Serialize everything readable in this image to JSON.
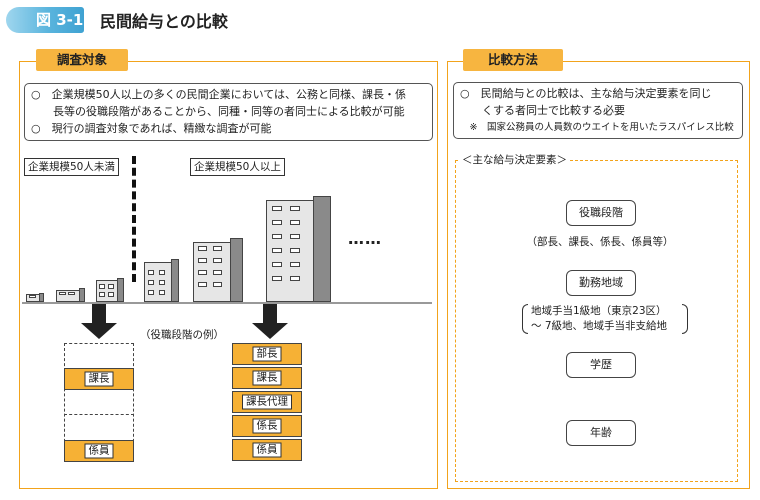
{
  "figure": {
    "number": "図 3-1",
    "title": "民間給与との比較"
  },
  "survey": {
    "title": "調査対象",
    "lines": [
      "○　企業規模50人以上の多くの民間企業においては、公務と同様、課長・係",
      "　　長等の役職段階があることから、同種・同等の者同士による比較が可能",
      "○　現行の調査対象であれば、精緻な調査が可能"
    ],
    "small_label": "企業規模50人未満",
    "large_label": "企業規模50人以上",
    "dots": "……",
    "rank_example": "（役職段階の例）",
    "small_ranks": [
      "課長",
      "係員"
    ],
    "large_ranks": [
      "部長",
      "課長",
      "課長代理",
      "係長",
      "係員"
    ]
  },
  "method": {
    "title": "比較方法",
    "lines": [
      "○　民間給与との比較は、主な給与決定要素を同じ",
      "　　くする者同士で比較する必要",
      "　※　国家公務員の人員数のウエイトを用いたラスパイレス比較"
    ],
    "factors_heading": "＜主な給与決定要素＞",
    "factors": [
      {
        "label": "役職段階",
        "note": "（部長、課長、係長、係員等）"
      },
      {
        "label": "勤務地域",
        "note_lines": [
          "地域手当1級地（東京23区）",
          "～ 7級地、地域手当非支給地"
        ]
      },
      {
        "label": "学歴"
      },
      {
        "label": "年齢"
      }
    ]
  },
  "colors": {
    "accent": "#f2a31b",
    "fill": "#f6b135",
    "tag": "#3fa2d2"
  }
}
